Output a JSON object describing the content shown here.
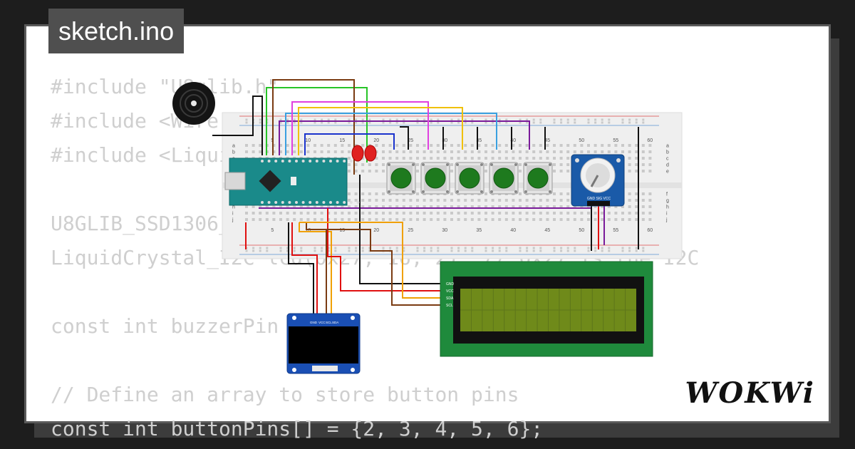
{
  "tab": {
    "filename": "sketch.ino"
  },
  "code_lines": [
    "#include \"U8glib.h\"",
    "#include <Wire.h>",
    "#include <LiquidCrystal_I2C.h>",
    "",
    "U8GLIB_SSD1306_128X64 u8g(U8G_I2C_OPT_NONE);",
    "LiquidCrystal_I2C lcd(0x27, 16, 2); // 0x27 is the I2C",
    "",
    "const int buzzerPin = 9;",
    "",
    "// Define an array to store button pins",
    "const int buttonPins[] = {2, 3, 4, 5, 6};"
  ],
  "breadboard": {
    "column_numbers": [
      "5",
      "10",
      "15",
      "20",
      "25",
      "30",
      "35",
      "40",
      "45",
      "50",
      "55",
      "60"
    ],
    "row_letters_top": [
      "a",
      "b",
      "c",
      "d",
      "e"
    ],
    "row_letters_bottom": [
      "f",
      "g",
      "h",
      "i",
      "j"
    ]
  },
  "lcd": {
    "pins": [
      "GND",
      "VCC",
      "SDA",
      "SCL"
    ]
  },
  "oled": {
    "pins": [
      "GND",
      "VCC",
      "SCL",
      "SDA"
    ]
  },
  "potentiometer": {
    "pins": [
      "GND",
      "SIG",
      "VCC"
    ]
  },
  "brand": {
    "logo_text": "WOKWi"
  },
  "colors": {
    "background": "#1d1d1d",
    "card": "#ffffff",
    "tab": "#4f4f4f",
    "code": "#cfcfcf",
    "breadboard": "#efefef",
    "button_cap": "#1e7a1e",
    "lcd_board": "#1f8a3c",
    "lcd_screen": "#6f8a1a",
    "oled_board": "#1a4fb4",
    "arduino": "#1a8a8a"
  }
}
